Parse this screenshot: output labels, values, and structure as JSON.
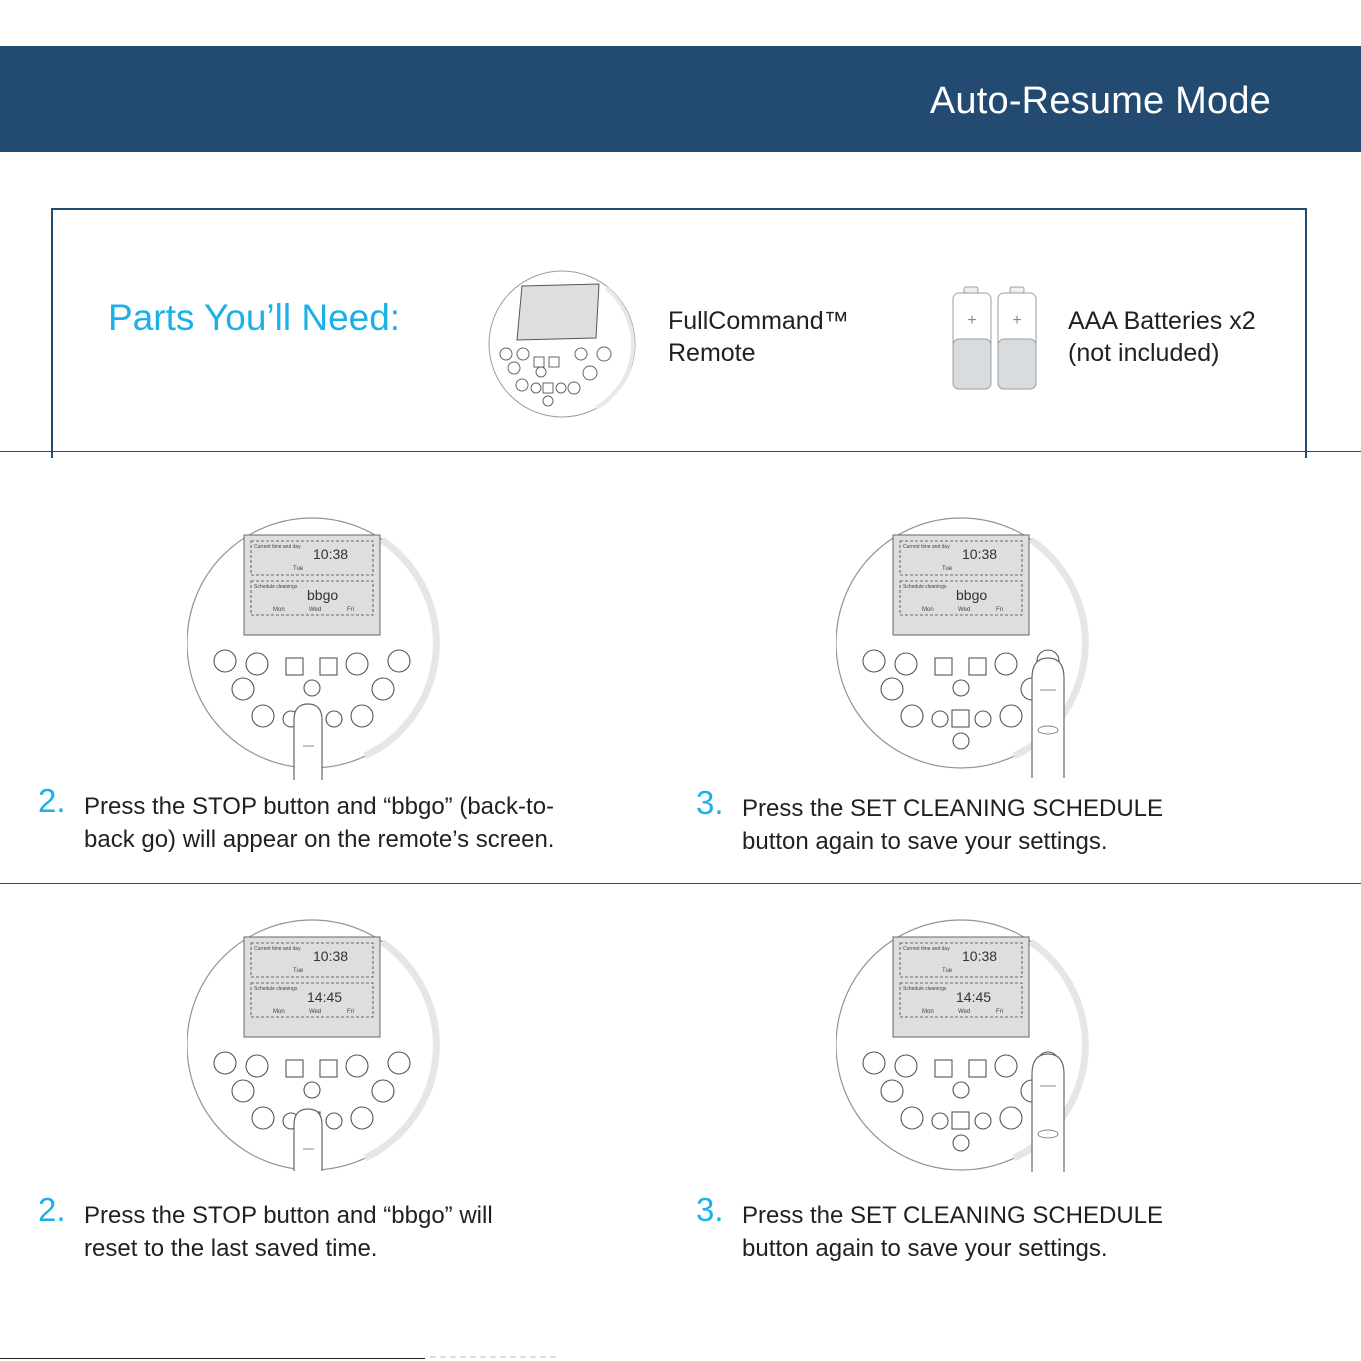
{
  "header": {
    "title": "Auto-Resume Mode"
  },
  "parts": {
    "title": "Parts You’ll Need:",
    "remote_line1": "FullCommand™",
    "remote_line2": "Remote",
    "battery_line1": "AAA Batteries x2",
    "battery_line2": "(not included)",
    "battery_plus": "+"
  },
  "screen_labels": {
    "current": "Current time and day",
    "schedule": "Schedule cleanings",
    "day_current": "Tue",
    "day1": "Mon",
    "day2": "Wed",
    "day3": "Fri"
  },
  "steps": [
    {
      "number": "2.",
      "line1": "Press the STOP button and “bbgo” (back-to-",
      "line2": "back go) will appear on the remote’s screen.",
      "time": "10:38",
      "schedule": "bbgo"
    },
    {
      "number": "3.",
      "line1": "Press the SET CLEANING SCHEDULE",
      "line2": "button again to save your settings.",
      "time": "10:38",
      "schedule": "bbgo"
    },
    {
      "number": "2.",
      "line1": "Press the STOP button and “bbgo” will",
      "line2": "reset to the last saved time.",
      "time": "10:38",
      "schedule": "14:45"
    },
    {
      "number": "3.",
      "line1": "Press the SET CLEANING SCHEDULE",
      "line2": "button again to save your settings.",
      "time": "10:38",
      "schedule": "14:45"
    }
  ],
  "colors": {
    "header_bg": "#234b71",
    "accent": "#1ab0e8",
    "text": "#231f20"
  }
}
